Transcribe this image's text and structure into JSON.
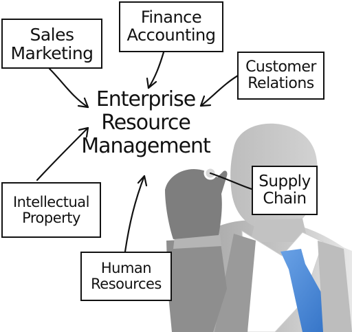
{
  "center": {
    "line1": "Enterprise",
    "line2": "Resource",
    "line3": "Management"
  },
  "nodes": {
    "sales_marketing": {
      "line1": "Sales",
      "line2": "Marketing"
    },
    "finance_accounting": {
      "line1": "Finance",
      "line2": "Accounting"
    },
    "customer_relations": {
      "line1": "Customer",
      "line2": "Relations"
    },
    "intellectual_property": {
      "line1": "Intellectual",
      "line2": "Property"
    },
    "human_resources": {
      "line1": "Human",
      "line2": "Resources"
    },
    "supply_chain": {
      "line1": "Supply",
      "line2": "Chain"
    }
  },
  "colors": {
    "ink": "#111111",
    "silhouette": "#8e8e8e",
    "tie": "#3d7fd0"
  }
}
